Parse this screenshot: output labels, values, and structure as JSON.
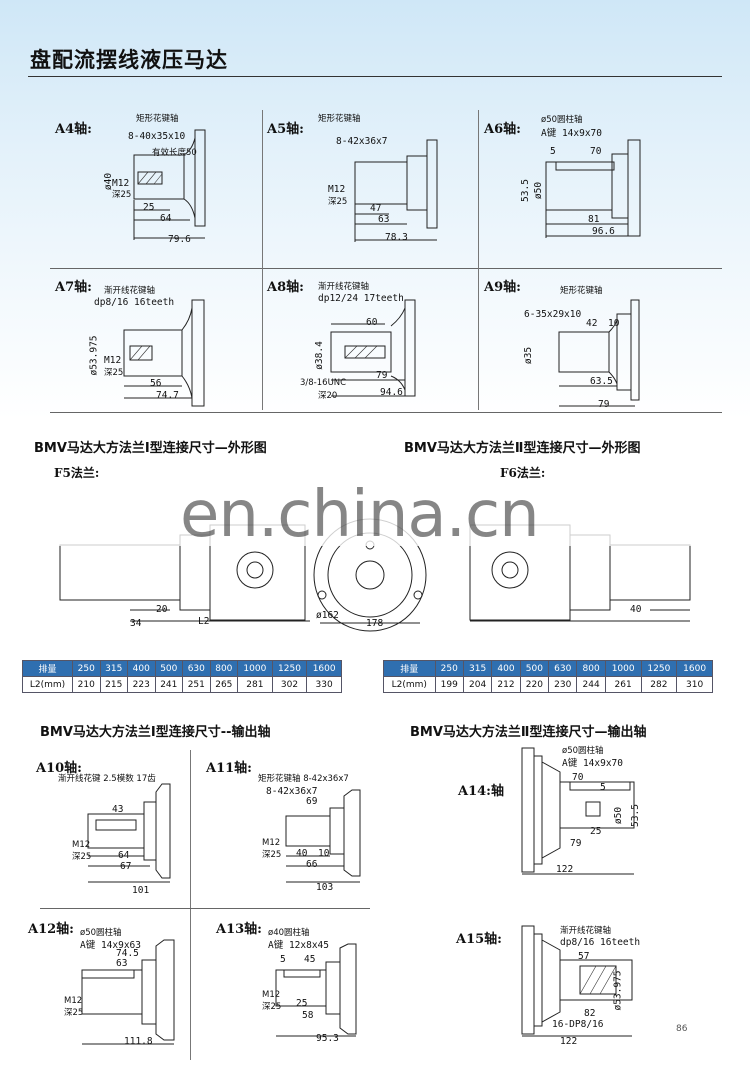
{
  "page_title": "盘配流摆线液压马达",
  "shafts_top": [
    {
      "id": "A4",
      "label": "A4轴:",
      "note": "矩形花键轴",
      "dims": [
        "8-40x35x10",
        "有效长度50",
        "ø40",
        "M12",
        "深25",
        "25",
        "64",
        "79.6"
      ]
    },
    {
      "id": "A5",
      "label": "A5轴:",
      "note": "矩形花键轴",
      "dims": [
        "8-42x36x7",
        "M12",
        "深25",
        "47",
        "63",
        "78.3"
      ]
    },
    {
      "id": "A6",
      "label": "A6轴:",
      "note": "ø50圆柱轴",
      "note2": "A键 14x9x70",
      "dims": [
        "5",
        "70",
        "53.5",
        "ø50",
        "81",
        "96.6"
      ]
    },
    {
      "id": "A7",
      "label": "A7轴:",
      "note": "渐开线花键轴",
      "note2": "dp8/16  16teeth",
      "dims": [
        "ø53.975",
        "M12",
        "深25",
        "56",
        "74.7"
      ]
    },
    {
      "id": "A8",
      "label": "A8轴:",
      "note": "渐开线花键轴",
      "note2": "dp12/24  17teeth",
      "dims": [
        "60",
        "ø38.4",
        "79",
        "3/8-16UNC",
        "深20",
        "94.6"
      ]
    },
    {
      "id": "A9",
      "label": "A9轴:",
      "note": "矩形花键轴",
      "note2": "6-35x29x10",
      "dims": [
        "42",
        "10",
        "ø35",
        "63.5",
        "79"
      ]
    }
  ],
  "flange_sections": {
    "left_title": "BMV马达大方法兰Ⅰ型连接尺寸—外形图",
    "right_title": "BMV马达大方法兰Ⅱ型连接尺寸—外形图",
    "left_sub": "F5法兰:",
    "right_sub": "F6法兰:",
    "dims_left": [
      "20",
      "34",
      "L2",
      "ø162",
      "178"
    ],
    "dims_right": [
      "40"
    ]
  },
  "watermark": "en.china.cn",
  "table1": {
    "head": [
      "排量",
      "250",
      "315",
      "400",
      "500",
      "630",
      "800",
      "1000",
      "1250",
      "1600"
    ],
    "row": [
      "L2(mm)",
      "210",
      "215",
      "223",
      "241",
      "251",
      "265",
      "281",
      "302",
      "330"
    ]
  },
  "table2": {
    "head": [
      "排量",
      "250",
      "315",
      "400",
      "500",
      "630",
      "800",
      "1000",
      "1250",
      "1600"
    ],
    "row": [
      "L2(mm)",
      "199",
      "204",
      "212",
      "220",
      "230",
      "244",
      "261",
      "282",
      "310"
    ]
  },
  "output_sections": {
    "left_title": "BMV马达大方法兰Ⅰ型连接尺寸--输出轴",
    "right_title": "BMV马达大方法兰Ⅱ型连接尺寸—输出轴"
  },
  "shafts_bottom": [
    {
      "id": "A10",
      "label": "A10轴:",
      "note": "渐开线花键  2.5模数  17齿",
      "dims": [
        "43",
        "M12",
        "深25",
        "64",
        "67",
        "101"
      ]
    },
    {
      "id": "A11",
      "label": "A11轴:",
      "note": "矩形花键轴  8-42x36x7",
      "note2": "8-42x36x7",
      "dims": [
        "69",
        "M12",
        "深25",
        "40",
        "10",
        "66",
        "103"
      ]
    },
    {
      "id": "A12",
      "label": "A12轴:",
      "note": "ø50圆柱轴",
      "note2": "A键 14x9x63",
      "dims": [
        "74.5",
        "63",
        "M12",
        "深25",
        "111.8"
      ]
    },
    {
      "id": "A13",
      "label": "A13轴:",
      "note": "ø40圆柱轴",
      "note2": "A键 12x8x45",
      "dims": [
        "5",
        "45",
        "M12",
        "深25",
        "25",
        "58",
        "95.3"
      ]
    },
    {
      "id": "A14",
      "label": "A14:轴",
      "note": "ø50圆柱轴",
      "note2": "A键 14x9x70",
      "dims": [
        "70",
        "5",
        "ø50",
        "53.5",
        "25",
        "79",
        "122"
      ]
    },
    {
      "id": "A15",
      "label": "A15轴:",
      "note": "渐开线花键轴",
      "note2": "dp8/16  16teeth",
      "dims": [
        "57",
        "ø53.975",
        "82",
        "16-DP8/16",
        "122"
      ]
    }
  ],
  "page_number": "86"
}
